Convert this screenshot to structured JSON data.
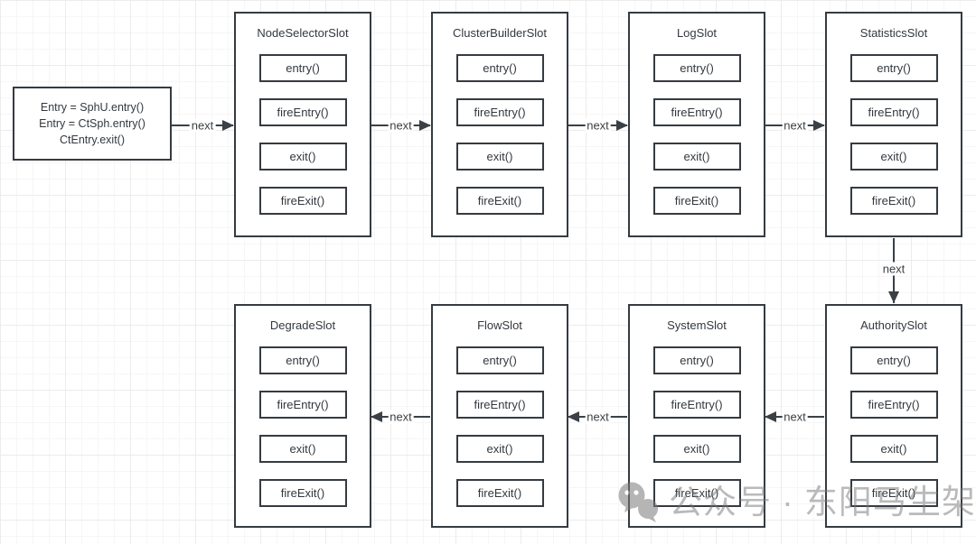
{
  "diagram": {
    "entry_box": {
      "lines": [
        "Entry = SphU.entry()",
        "Entry = CtSph.entry()",
        "CtEntry.exit()"
      ]
    },
    "slots": [
      {
        "name": "NodeSelectorSlot",
        "methods": [
          "entry()",
          "fireEntry()",
          "exit()",
          "fireExit()"
        ]
      },
      {
        "name": "ClusterBuilderSlot",
        "methods": [
          "entry()",
          "fireEntry()",
          "exit()",
          "fireExit()"
        ]
      },
      {
        "name": "LogSlot",
        "methods": [
          "entry()",
          "fireEntry()",
          "exit()",
          "fireExit()"
        ]
      },
      {
        "name": "StatisticsSlot",
        "methods": [
          "entry()",
          "fireEntry()",
          "exit()",
          "fireExit()"
        ]
      },
      {
        "name": "DegradeSlot",
        "methods": [
          "entry()",
          "fireEntry()",
          "exit()",
          "fireExit()"
        ]
      },
      {
        "name": "FlowSlot",
        "methods": [
          "entry()",
          "fireEntry()",
          "exit()",
          "fireExit()"
        ]
      },
      {
        "name": "SystemSlot",
        "methods": [
          "entry()",
          "fireEntry()",
          "exit()",
          "fireExit()"
        ]
      },
      {
        "name": "AuthoritySlot",
        "methods": [
          "entry()",
          "fireEntry()",
          "exit()",
          "fireExit()"
        ]
      }
    ],
    "arrows": [
      {
        "label": "next"
      },
      {
        "label": "next"
      },
      {
        "label": "next"
      },
      {
        "label": "next"
      },
      {
        "label": "next"
      },
      {
        "label": "next"
      },
      {
        "label": "next"
      },
      {
        "label": "next"
      }
    ],
    "watermark": {
      "icon": "wechat-icon",
      "text": "公众号 · 东阳马生架构"
    },
    "colors": {
      "box_border": "#353b41",
      "text": "#33383e",
      "arrow": "#3a4046",
      "grid_minor": "#f6f6f6",
      "grid_major": "#ececec",
      "watermark_gray": "#767676"
    }
  }
}
